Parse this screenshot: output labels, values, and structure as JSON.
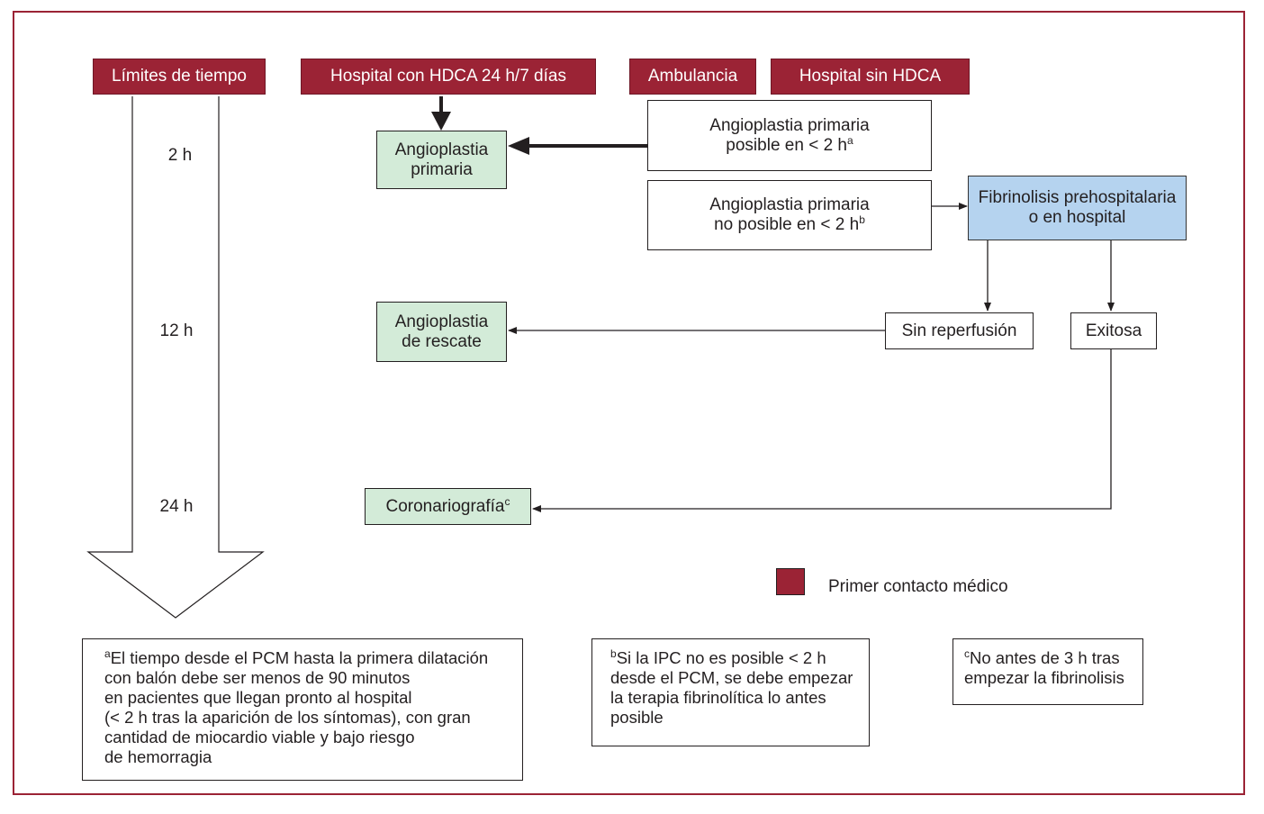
{
  "headers": {
    "time_limits": "Límites de tiempo",
    "hospital_with": "Hospital con HDCA 24 h/7 días",
    "ambulance": "Ambulancia",
    "hospital_without": "Hospital sin HDCA"
  },
  "times": {
    "t1": "2 h",
    "t2": "12 h",
    "t3": "24 h"
  },
  "nodes": {
    "primary_angioplasty": {
      "line1": "Angioplastia",
      "line2": "primaria"
    },
    "possible": {
      "line1": "Angioplastia primaria",
      "line2": "posible en < 2 h",
      "sup": "a"
    },
    "not_possible": {
      "line1": "Angioplastia primaria",
      "line2": "no posible en < 2 h",
      "sup": "b"
    },
    "fibrinolysis": {
      "line1": "Fibrinolisis prehospitalaria",
      "line2": "o en hospital"
    },
    "rescue": {
      "line1": "Angioplastia",
      "line2": "de rescate"
    },
    "no_reperfusion": "Sin reperfusión",
    "successful": "Exitosa",
    "coronariography": {
      "label": "Coronariografía",
      "sup": "c"
    }
  },
  "legend": {
    "label": "Primer contacto médico",
    "color": "#9b2335"
  },
  "notes": {
    "a": {
      "sup": "a",
      "lines": [
        "El tiempo desde el PCM hasta la primera dilatación",
        "con balón debe ser menos de 90 minutos",
        "en pacientes que llegan pronto al hospital",
        "(< 2 h tras la aparición de los síntomas), con gran",
        "cantidad de miocardio viable y bajo riesgo",
        "de hemorragia"
      ]
    },
    "b": {
      "sup": "b",
      "lines": [
        "Si la IPC no es posible < 2 h",
        "desde el PCM, se debe empezar",
        "la terapia fibrinolítica lo antes",
        "posible"
      ]
    },
    "c": {
      "sup": "c",
      "lines": [
        "No antes de 3 h tras",
        "empezar la fibrinolisis"
      ]
    }
  },
  "colors": {
    "header": "#9b2335",
    "green": "#d3ebd8",
    "blue": "#b5d3ef"
  }
}
